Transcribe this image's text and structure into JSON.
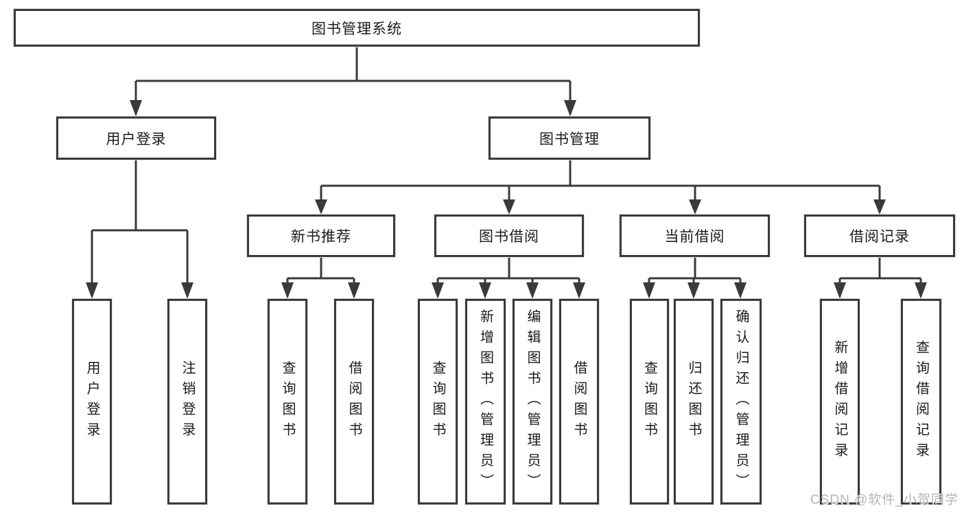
{
  "tree": {
    "label": "图书管理系统",
    "children": [
      {
        "label": "用户登录",
        "children": [
          {
            "label": "用户登录"
          },
          {
            "label": "注销登录"
          }
        ]
      },
      {
        "label": "图书管理",
        "children": [
          {
            "label": "新书推荐",
            "children": [
              {
                "label": "查询图书"
              },
              {
                "label": "借阅图书"
              }
            ]
          },
          {
            "label": "图书借阅",
            "children": [
              {
                "label": "查询图书"
              },
              {
                "label": "新增图书（管理员）"
              },
              {
                "label": "编辑图书（管理员）"
              },
              {
                "label": "借阅图书"
              }
            ]
          },
          {
            "label": "当前借阅",
            "children": [
              {
                "label": "查询图书"
              },
              {
                "label": "归还图书"
              },
              {
                "label": "确认归还（管理员）"
              }
            ]
          },
          {
            "label": "借阅记录",
            "children": [
              {
                "label": "新增借阅记录"
              },
              {
                "label": "查询借阅记录"
              }
            ]
          }
        ]
      }
    ]
  },
  "watermark": {
    "text": "CSDN @软件_小贺同学"
  },
  "colors": {
    "line": "#3a3a3a",
    "box_border": "#3a3a3a",
    "text": "#1a1a1a",
    "watermark": "#b5b5b5",
    "background": "#ffffff"
  }
}
